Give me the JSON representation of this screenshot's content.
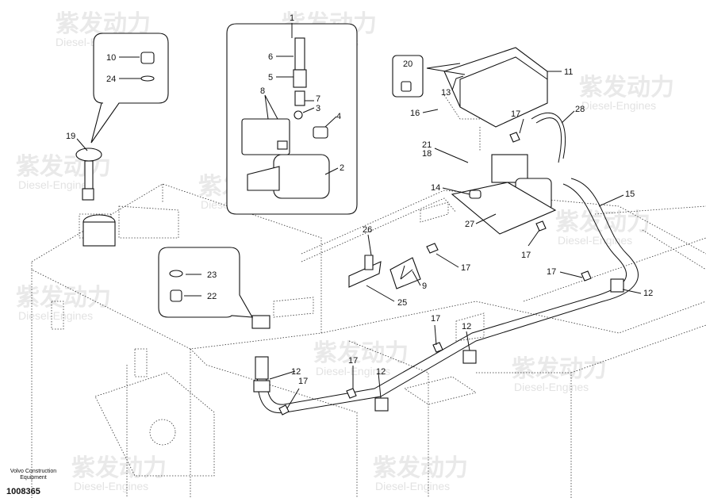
{
  "watermark": {
    "cn": "紫发动力",
    "en": "Diesel-Engines"
  },
  "labels": {
    "l1": "1",
    "l2": "2",
    "l3": "3",
    "l4": "4",
    "l5": "5",
    "l6": "6",
    "l7": "7",
    "l8": "8",
    "l9": "9",
    "l10": "10",
    "l11": "11",
    "l12a": "12",
    "l12b": "12",
    "l12c": "12",
    "l12d": "12",
    "l13": "13",
    "l14": "14",
    "l15": "15",
    "l16": "16",
    "l17a": "17",
    "l17b": "17",
    "l17c": "17",
    "l17d": "17",
    "l17e": "17",
    "l17f": "17",
    "l17g": "17",
    "l18": "18",
    "l19": "19",
    "l20": "20",
    "l21": "21",
    "l22": "22",
    "l23": "23",
    "l24": "24",
    "l25": "25",
    "l26": "26",
    "l27": "27",
    "l28": "28"
  },
  "footer": {
    "brand_line1": "Volvo Construction",
    "brand_line2": "Equipment",
    "drawing_number": "1008365"
  }
}
